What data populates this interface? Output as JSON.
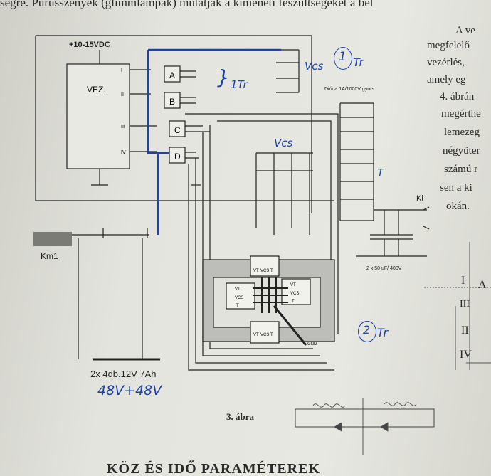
{
  "page_text": {
    "top_line": "segre. Purusszenyek (glimmlámpák) mutatják a kimeneti feszültségeket a bel",
    "side_lines": [
      "A  ve",
      "megfelelő",
      "vezérlés,",
      "amely eg",
      "4. ábrán",
      "megérthe",
      "lemezeg",
      "négyüter",
      "számú r",
      "sen a ki",
      "okán."
    ],
    "heading": "KÖZ ÉS IDŐ PARAMÉTEREK",
    "figure_caption": "3. ábra"
  },
  "schematic": {
    "supply_label": "+10-15VDC",
    "controller_label": "VEZ.",
    "controller_outputs": [
      "I",
      "II",
      "III",
      "IV"
    ],
    "modules": [
      "A",
      "B",
      "C",
      "D"
    ],
    "relay_label": "Km1",
    "battery_label": "2x 4db.12V 7Ah",
    "diode_label": "Dióda 1A/1000V gyors",
    "capacitor_label": "2 x 50 uF/ 400V",
    "output_label": "Ki",
    "t_label": "T",
    "gnd_label": "GND",
    "board_pins": [
      "VT",
      "VCS",
      "T"
    ]
  },
  "handwriting": {
    "vcs_top": "Vcs",
    "circle1": "1",
    "tr1": "Tr",
    "brace_note": "1Tr",
    "vcs_mid": "Vcs",
    "circle2": "2",
    "tr2": "Tr",
    "battery_note": "48V+48V"
  },
  "right_margin_sketch": {
    "labels": [
      "I",
      "A",
      "III",
      "II",
      "IV"
    ]
  }
}
